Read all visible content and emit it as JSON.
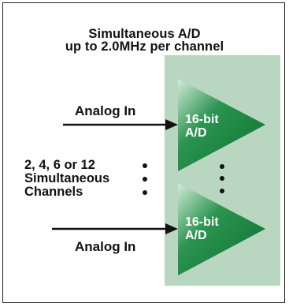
{
  "diagram": {
    "title_line1": "Simultaneous A/D",
    "title_line2": "up to 2.0MHz per channel",
    "inputs": [
      {
        "label": "Analog In"
      },
      {
        "label": "Analog In"
      }
    ],
    "channels_label": {
      "line1": "2, 4, 6 or 12",
      "line2": "Simultaneous",
      "line3": "Channels"
    },
    "converters": [
      {
        "line1": "16-bit",
        "line2": "A/D"
      },
      {
        "line1": "16-bit",
        "line2": "A/D"
      }
    ],
    "colors": {
      "panel": "#b9d6c1",
      "triangle_dark": "#0e7a34",
      "triangle_light": "#cfe6d5",
      "border": "#222222",
      "text": "#111111"
    }
  }
}
